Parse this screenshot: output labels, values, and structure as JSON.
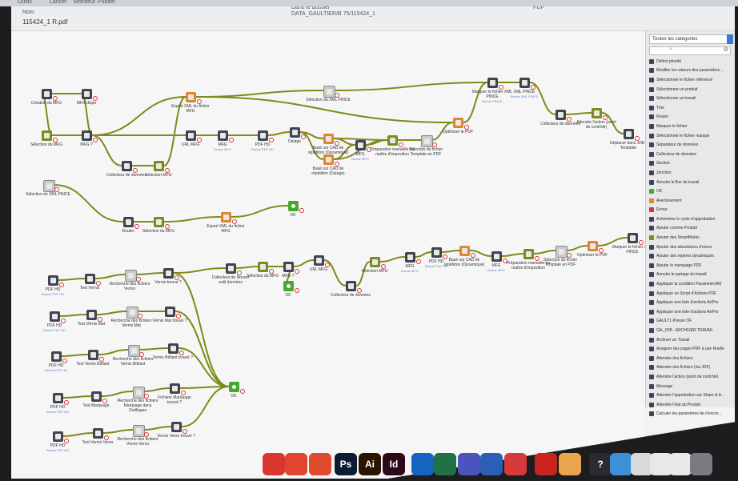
{
  "menubar": {
    "items": [
      "Outils",
      "Lancer",
      "Moniteur",
      "Publier"
    ]
  },
  "infobar": {
    "name_label": "Nom",
    "file_name": "115424_1 R.pdf",
    "folder_label": "Dans le dossier",
    "folder_path": "DATA_GAULTIER/B 75/115424_1",
    "type_value": "PDF"
  },
  "sidepanel": {
    "category": "Toutes les catégories",
    "items": [
      {
        "label": "Définir priorité",
        "color": "#3f4652"
      },
      {
        "label": "Modifier les valeurs des paramètres ...",
        "color": "#3f4652"
      },
      {
        "label": "Sélectionner le fichier référencé",
        "color": "#3f4652"
      },
      {
        "label": "Sélectionner un produit",
        "color": "#3f4652"
      },
      {
        "label": "Sélectionner un travail",
        "color": "#3f4652"
      },
      {
        "label": "Trier",
        "color": "#3f4652"
      },
      {
        "label": "Router",
        "color": "#3f4652"
      },
      {
        "label": "Marquer le fichier",
        "color": "#3f4652"
      },
      {
        "label": "Sélectionner le fichier marqué",
        "color": "#3f4652"
      },
      {
        "label": "Séparateur de données",
        "color": "#3f4652"
      },
      {
        "label": "Collecteur de données",
        "color": "#3f4652"
      },
      {
        "label": "Section",
        "color": "#3f4652"
      },
      {
        "label": "Jonction",
        "color": "#3f4652"
      },
      {
        "label": "Annuler le flux de travail",
        "color": "#3f4652"
      },
      {
        "label": "OK",
        "color": "#44a92f"
      },
      {
        "label": "Avertissement",
        "color": "#e2852f"
      },
      {
        "label": "Erreur",
        "color": "#cc3a33"
      },
      {
        "label": "Acheminer le cycle d'approbation",
        "color": "#3f4652"
      },
      {
        "label": "Ajouter comme Produit",
        "color": "#3f4652"
      },
      {
        "label": "Ajouter des SmartMarks",
        "color": "#7c8a1e"
      },
      {
        "label": "Ajouter des absorbeurs d'encre",
        "color": "#3f4652"
      },
      {
        "label": "Ajouter des repères dynamiques",
        "color": "#3f4652"
      },
      {
        "label": "Ajouter le marquage PDF",
        "color": "#3f4652"
      },
      {
        "label": "Annuler le partage du travail",
        "color": "#3f4652"
      },
      {
        "label": "Appliquer la condition Parameter(All)",
        "color": "#3f4652"
      },
      {
        "label": "Appliquer un Script d'Actions PDF",
        "color": "#3f4652"
      },
      {
        "label": "Appliquer une liste d'actions ArtPro",
        "color": "#3f4652"
      },
      {
        "label": "Appliquer une liste d'actions ArtPro",
        "color": "#3f4652"
      },
      {
        "label": "GAULT1 Presse OF",
        "color": "#3f4652"
      },
      {
        "label": "GA_JOB - ARCHIVER TRAVAIL",
        "color": "#3f4652"
      },
      {
        "label": "Archiver un Travail",
        "color": "#3f4652"
      },
      {
        "label": "Assigner des pages PDF à une Ruelle",
        "color": "#3f4652"
      },
      {
        "label": "Attendre des fichiers",
        "color": "#3f4652"
      },
      {
        "label": "Attendre des fichiers (via JDF)",
        "color": "#3f4652"
      },
      {
        "label": "Attendre l'action (point de contrôle)",
        "color": "#3f4652"
      },
      {
        "label": "Message",
        "color": "#3f4652"
      },
      {
        "label": "Attendre l'approbation sur Share & A...",
        "color": "#3f4652"
      },
      {
        "label": "Attendre l'état du Produit",
        "color": "#3f4652"
      },
      {
        "label": "Calculer les paramètres de d'encre...",
        "color": "#3f4652"
      }
    ]
  },
  "workflow": {
    "nodes": [
      {
        "label": "Création du MFG",
        "sub": "",
        "kind": "gray"
      },
      {
        "label": "MFG dispo",
        "sub": "",
        "kind": "gray"
      },
      {
        "label": "Sélection du MFG",
        "sub": "",
        "kind": "olive"
      },
      {
        "label": "MFG ?",
        "sub": "",
        "kind": "gray"
      },
      {
        "label": "Collecteur de données",
        "sub": "",
        "kind": "gray"
      },
      {
        "label": "Sélection MFG",
        "sub": "",
        "kind": "olive"
      },
      {
        "label": "Export XML du fichier MFG",
        "sub": "",
        "kind": "orange"
      },
      {
        "label": "URL MFG",
        "sub": "",
        "kind": "gray"
      },
      {
        "label": "MFG",
        "sub": "Bomar MFG",
        "kind": "gray"
      },
      {
        "label": "PDF HD",
        "sub": "Bomar PDF HD",
        "kind": "gray"
      },
      {
        "label": "Sélection du XML PINCE",
        "sub": "",
        "kind": "light"
      },
      {
        "label": "Dalage",
        "sub": "",
        "kind": "gray"
      },
      {
        "label": "Basé sur CAD de répétition (Dynamique)",
        "sub": "",
        "kind": "orange"
      },
      {
        "label": "Basé sur CAD de répétition (Dalage)",
        "sub": "",
        "kind": "orange"
      },
      {
        "label": "MFG",
        "sub": "Bomar MFG",
        "kind": "gray"
      },
      {
        "label": "Préparation manuelle du maître d'imposition",
        "sub": "",
        "kind": "olive"
      },
      {
        "label": "Sélection du fichier Template en PDF",
        "sub": "",
        "kind": "light"
      },
      {
        "label": "Optimiser le PDF",
        "sub": "",
        "kind": "orange"
      },
      {
        "label": "Marquer le fichier XML PINCE",
        "sub": "Bomar PINCE",
        "kind": "gray"
      },
      {
        "label": "XML PINCE",
        "sub": "Bomar XML PINCE",
        "kind": "gray"
      },
      {
        "label": "Collecteur de données",
        "sub": "",
        "kind": "gray"
      },
      {
        "label": "Attendre l'action (point de contrôle)",
        "sub": "",
        "kind": "olive"
      },
      {
        "label": "Déplacer dans JDB / Template",
        "sub": "",
        "kind": "gray"
      },
      {
        "label": "Sélection du XML PINCE",
        "sub": "",
        "kind": "light"
      },
      {
        "label": "Router",
        "sub": "",
        "kind": "gray"
      },
      {
        "label": "Sélection du MFG",
        "sub": "",
        "kind": "olive"
      },
      {
        "label": "Export XML du fichier MFG",
        "sub": "",
        "kind": "orange"
      },
      {
        "label": "OK",
        "sub": "",
        "kind": "green"
      },
      {
        "label": "PDF HD",
        "sub": "Bomar PDF HD",
        "kind": "gray"
      },
      {
        "label": "Test Vernis",
        "sub": "",
        "kind": "gray"
      },
      {
        "label": "Recherche des fichiers Vernis",
        "sub": "",
        "kind": "light"
      },
      {
        "label": "Vernis trouvé ?",
        "sub": "",
        "kind": "gray"
      },
      {
        "label": "Collecteur de Nouvel outil données",
        "sub": "",
        "kind": "gray"
      },
      {
        "label": "Sélection du MFG",
        "sub": "",
        "kind": "olive"
      },
      {
        "label": "MFG ?",
        "sub": "",
        "kind": "gray"
      },
      {
        "label": "URL MFG",
        "sub": "",
        "kind": "gray"
      },
      {
        "label": "OK",
        "sub": "",
        "kind": "green"
      },
      {
        "label": "Collecteur de données",
        "sub": "",
        "kind": "gray"
      },
      {
        "label": "Sélection MFG",
        "sub": "",
        "kind": "olive"
      },
      {
        "label": "MFG",
        "sub": "Bomar MFG",
        "kind": "gray"
      },
      {
        "label": "PDF HD",
        "sub": "Bomar PDF HD",
        "kind": "gray"
      },
      {
        "label": "Basé sur CAD de répétition (Dynamique)",
        "sub": "",
        "kind": "orange"
      },
      {
        "label": "MFG",
        "sub": "Bomar MFG",
        "kind": "gray"
      },
      {
        "label": "Préparation manuelle du maître d'imposition",
        "sub": "",
        "kind": "olive"
      },
      {
        "label": "Sélection du fichier Template en PDF",
        "sub": "",
        "kind": "light"
      },
      {
        "label": "Optimiser le PDF",
        "sub": "",
        "kind": "orange"
      },
      {
        "label": "Marquer le fichier XML PINCE",
        "sub": "",
        "kind": "gray"
      },
      {
        "label": "PDF HD",
        "sub": "Bomar PDF HD",
        "kind": "gray"
      },
      {
        "label": "Test Vernis Mat",
        "sub": "",
        "kind": "gray"
      },
      {
        "label": "Recherche des fichiers Vernis Mat",
        "sub": "",
        "kind": "light"
      },
      {
        "label": "Vernis Mat trouvé ?",
        "sub": "",
        "kind": "gray"
      },
      {
        "label": "PDF HD",
        "sub": "Bomar PDF HD",
        "kind": "gray"
      },
      {
        "label": "Test Vernis Brillant",
        "sub": "",
        "kind": "gray"
      },
      {
        "label": "Recherche des fichiers Vernis Brillant",
        "sub": "",
        "kind": "light"
      },
      {
        "label": "Vernis Brillant trouvé ?",
        "sub": "",
        "kind": "gray"
      },
      {
        "label": "PDF HD",
        "sub": "Bomar PDF HD",
        "kind": "gray"
      },
      {
        "label": "Test Marquage",
        "sub": "",
        "kind": "gray"
      },
      {
        "label": "Recherche des fichiers Marquage dans Outillages",
        "sub": "",
        "kind": "light"
      },
      {
        "label": "Fichiers Marquage trouvé ?",
        "sub": "",
        "kind": "gray"
      },
      {
        "label": "OK",
        "sub": "",
        "kind": "green"
      },
      {
        "label": "PDF HD",
        "sub": "Bomar PDF HD",
        "kind": "gray"
      },
      {
        "label": "Test Vernis Verso",
        "sub": "",
        "kind": "gray"
      },
      {
        "label": "Recherche des fichiers Vernis Verso",
        "sub": "",
        "kind": "light"
      },
      {
        "label": "Vernis Verso trouvé ?",
        "sub": "",
        "kind": "gray"
      }
    ]
  },
  "dock": {
    "items": [
      {
        "label": "",
        "name": "app-red-1",
        "color": "#d9362d"
      },
      {
        "label": "",
        "name": "app-red-2",
        "color": "#e2452f"
      },
      {
        "label": "",
        "name": "app-red-3",
        "color": "#e04b2e"
      },
      {
        "label": "Ps",
        "name": "photoshop",
        "color": "#0b1b33"
      },
      {
        "label": "Ai",
        "name": "illustrator",
        "color": "#2a1400"
      },
      {
        "label": "Id",
        "name": "indesign",
        "color": "#2d0a1a"
      },
      {
        "label": "",
        "name": "outlook",
        "color": "#1764c0"
      },
      {
        "label": "",
        "name": "excel",
        "color": "#1f7244"
      },
      {
        "label": "",
        "name": "teams",
        "color": "#4b53bc"
      },
      {
        "label": "",
        "name": "word",
        "color": "#2b5fb5"
      },
      {
        "label": "",
        "name": "app-red-4",
        "color": "#d63a3a"
      },
      {
        "label": "",
        "name": "acrobat",
        "color": "#c9251e"
      },
      {
        "label": "",
        "name": "folder-1",
        "color": "#e8a54b"
      },
      {
        "label": "?",
        "name": "help",
        "color": "#2b2b2f"
      },
      {
        "label": "",
        "name": "folder-2",
        "color": "#3d8fd6"
      },
      {
        "label": "",
        "name": "folder-3",
        "color": "#d9d9d9"
      },
      {
        "label": "",
        "name": "folder-4",
        "color": "#e8e8e8"
      },
      {
        "label": "",
        "name": "folder-5",
        "color": "#e8e8e8"
      },
      {
        "label": "",
        "name": "trash",
        "color": "#7a7a80"
      }
    ]
  }
}
